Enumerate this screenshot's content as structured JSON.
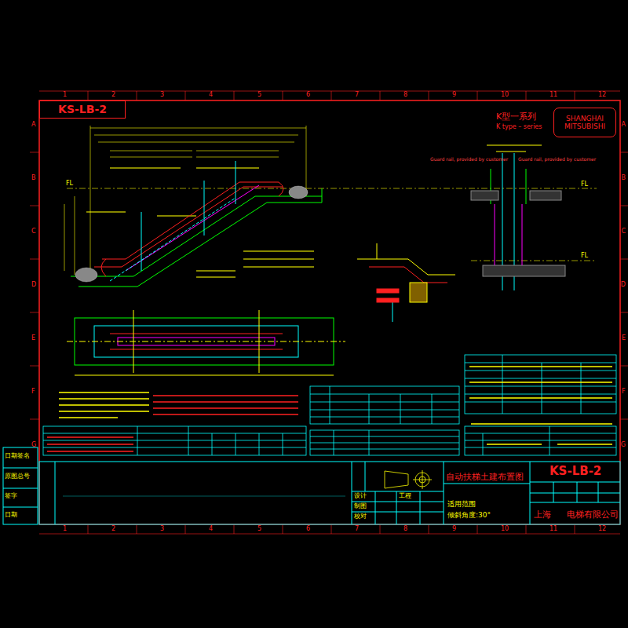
{
  "diagram": {
    "nodes": [
      {
        "text": [
          "KS-LB-2"
        ]
      },
      {
        "text": [
          "SHANGHAI MITSUBISHI"
        ]
      }
    ],
    "labels": [
      "K型一系列",
      "K type – series",
      "FL",
      "FL",
      "FL",
      "Guard rail, provided by customer",
      "Guard rail, provided by customer",
      "自动扶梯土建布置图",
      "KS-LB-2",
      "适用范围",
      "倾斜角度:30°",
      "上海",
      "电梯有限公司",
      "设计",
      "制图",
      "校对",
      "工程",
      "日期签名",
      "原图总号",
      "签字",
      "日期",
      "1",
      "2",
      "3",
      "4",
      "5",
      "6",
      "7",
      "8",
      "9",
      "10",
      "11",
      "12",
      "1",
      "2",
      "3",
      "4",
      "5",
      "6",
      "7",
      "8",
      "9",
      "10",
      "11",
      "12",
      "A",
      "B",
      "C",
      "D",
      "E",
      "F",
      "G",
      "A",
      "B",
      "C",
      "D",
      "E",
      "F",
      "G"
    ]
  }
}
